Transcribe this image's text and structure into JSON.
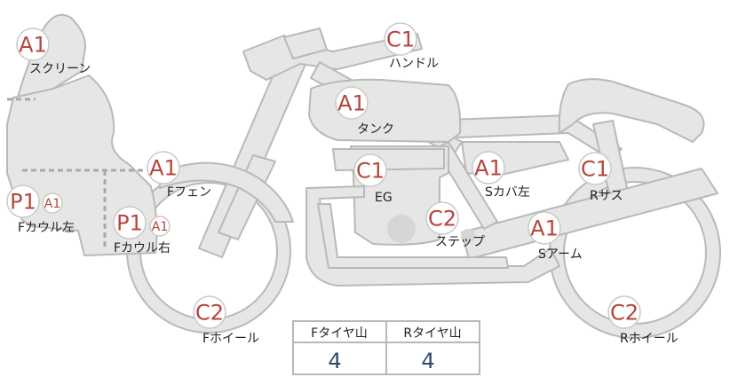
{
  "parts": [
    {
      "id": "screen",
      "code": "A1",
      "label": "スクリーン"
    },
    {
      "id": "handle",
      "code": "C1",
      "label": "ハンドル"
    },
    {
      "id": "tank",
      "code": "A1",
      "label": "タンク"
    },
    {
      "id": "f-fender",
      "code": "A1",
      "label": "Fフェン"
    },
    {
      "id": "eg",
      "code": "C1",
      "label": "EG"
    },
    {
      "id": "s-cover-left",
      "code": "A1",
      "label": "Sカバ左"
    },
    {
      "id": "r-susp",
      "code": "C1",
      "label": "Rサス"
    },
    {
      "id": "f-cowl-left",
      "code": "P1",
      "sub": "A1",
      "label": "Fカウル左"
    },
    {
      "id": "f-cowl-right",
      "code": "P1",
      "sub": "A1",
      "label": "Fカウル右"
    },
    {
      "id": "step",
      "code": "C2",
      "label": "ステップ"
    },
    {
      "id": "s-arm",
      "code": "A1",
      "label": "Sアーム"
    },
    {
      "id": "f-wheel",
      "code": "C2",
      "label": "Fホイール"
    },
    {
      "id": "r-wheel",
      "code": "C2",
      "label": "Rホイール"
    }
  ],
  "tire_table": {
    "front_label": "Fタイヤ山",
    "rear_label": "Rタイヤ山",
    "front_value": "4",
    "rear_value": "4"
  },
  "colors": {
    "body_fill": "#e6e6e4",
    "body_stroke": "#b9b9b7",
    "badge_text": "#b5453c",
    "table_value": "#33476e"
  }
}
